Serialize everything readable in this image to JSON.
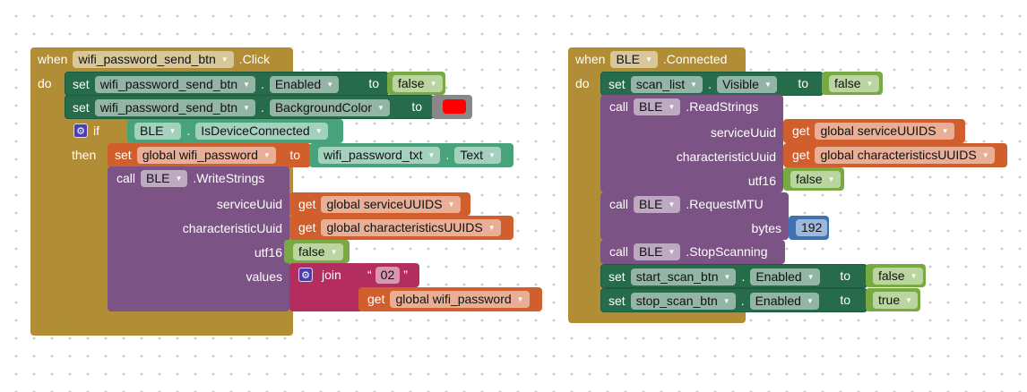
{
  "event1": {
    "when": "when",
    "component": "wifi_password_send_btn",
    "event": ".Click",
    "do": "do"
  },
  "set1": {
    "set": "set",
    "component": "wifi_password_send_btn",
    "dot": ".",
    "property": "Enabled",
    "to": "to",
    "value": "false"
  },
  "set2": {
    "set": "set",
    "component": "wifi_password_send_btn",
    "dot": ".",
    "property": "BackgroundColor",
    "to": "to",
    "color": "#FF0000"
  },
  "if_block": {
    "if": "if",
    "then": "then",
    "component": "BLE",
    "dot": ".",
    "property": "IsDeviceConnected"
  },
  "set_global": {
    "set": "set",
    "variable": "global wifi_password",
    "to": "to",
    "component": "wifi_password_txt",
    "dot": ".",
    "property": "Text"
  },
  "write": {
    "call": "call",
    "component": "BLE",
    "method": ".WriteStrings",
    "p1": "serviceUuid",
    "p2": "characteristicUuid",
    "p3": "utf16",
    "p4": "values",
    "get": "get",
    "var1": "global serviceUUIDS",
    "var2": "global characteristicsUUIDS",
    "utf16": "false",
    "join": "join",
    "quote_open": "“",
    "text": "02",
    "quote_close": "”",
    "var3": "global wifi_password"
  },
  "event2": {
    "when": "when",
    "component": "BLE",
    "event": ".Connected",
    "do": "do"
  },
  "set3": {
    "set": "set",
    "component": "scan_list",
    "dot": ".",
    "property": "Visible",
    "to": "to",
    "value": "false"
  },
  "read": {
    "call": "call",
    "component": "BLE",
    "method": ".ReadStrings",
    "p1": "serviceUuid",
    "p2": "characteristicUuid",
    "p3": "utf16",
    "get": "get",
    "var1": "global serviceUUIDS",
    "var2": "global characteristicsUUIDS",
    "utf16": "false"
  },
  "mtu": {
    "call": "call",
    "component": "BLE",
    "method": ".RequestMTU",
    "p1": "bytes",
    "value": "192"
  },
  "stop": {
    "call": "call",
    "component": "BLE",
    "method": ".StopScanning"
  },
  "set4": {
    "set": "set",
    "component": "start_scan_btn",
    "dot": ".",
    "property": "Enabled",
    "to": "to",
    "value": "false"
  },
  "set5": {
    "set": "set",
    "component": "stop_scan_btn",
    "dot": ".",
    "property": "Enabled",
    "to": "to",
    "value": "true"
  }
}
